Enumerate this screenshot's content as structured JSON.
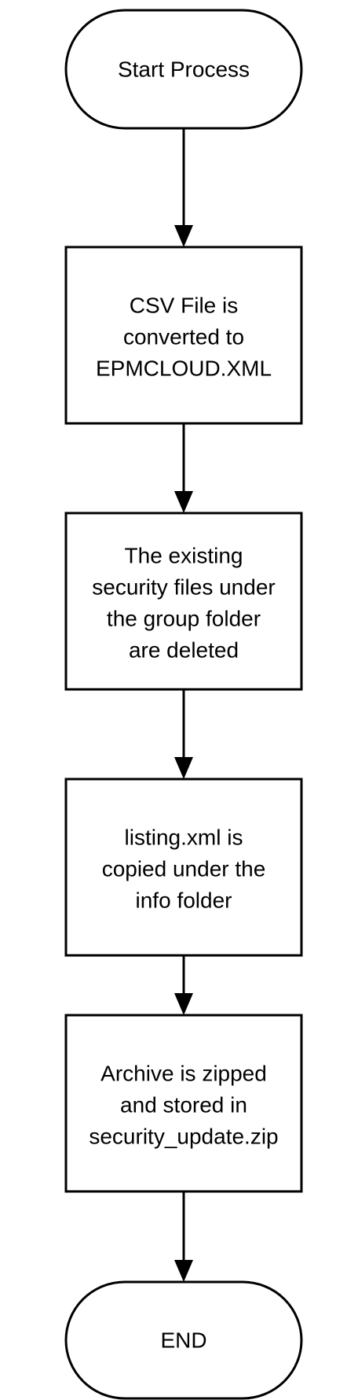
{
  "diagram": {
    "type": "flowchart",
    "nodes": [
      {
        "id": "start",
        "shape": "terminator",
        "lines": [
          "Start Process"
        ]
      },
      {
        "id": "convert",
        "shape": "process",
        "lines": [
          "CSV File is",
          "converted to",
          "EPMCLOUD.XML"
        ]
      },
      {
        "id": "delete",
        "shape": "process",
        "lines": [
          "The existing",
          "security files under",
          "the group folder",
          "are deleted"
        ]
      },
      {
        "id": "copy",
        "shape": "process",
        "lines": [
          "listing.xml is",
          "copied under the",
          "info folder"
        ]
      },
      {
        "id": "zip",
        "shape": "process",
        "lines": [
          "Archive is zipped",
          "and stored in",
          "security_update.zip"
        ]
      },
      {
        "id": "end",
        "shape": "terminator",
        "lines": [
          "END"
        ]
      }
    ],
    "edges": [
      {
        "from": "start",
        "to": "convert"
      },
      {
        "from": "convert",
        "to": "delete"
      },
      {
        "from": "delete",
        "to": "copy"
      },
      {
        "from": "copy",
        "to": "zip"
      },
      {
        "from": "zip",
        "to": "end"
      }
    ]
  }
}
